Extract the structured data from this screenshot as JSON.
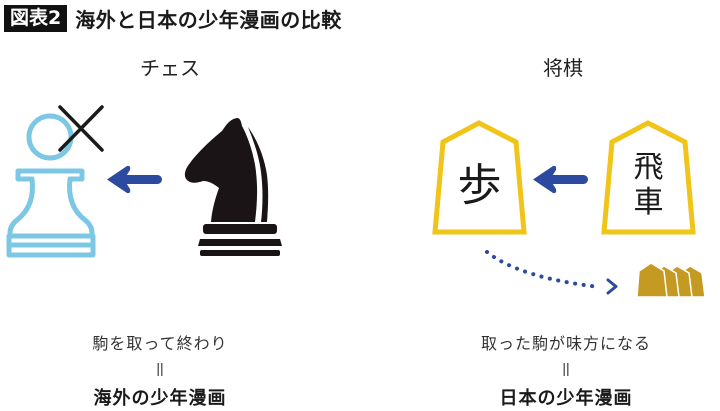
{
  "header": {
    "figure_tag": "図表2",
    "title": "海外と日本の少年漫画の比較"
  },
  "colors": {
    "pawn_outline": "#7cc7e3",
    "arrow_blue": "#2b4aa0",
    "shogi_border": "#f0c419",
    "captured_pieces": "#c49a22",
    "knight": "#1a1416",
    "cross": "#1a1a1a"
  },
  "chess": {
    "heading": "チェス",
    "captured_piece": "pawn",
    "capturing_piece": "knight",
    "caption": "駒を取って終わり",
    "equals": "=",
    "label": "海外の少年漫画"
  },
  "shogi": {
    "heading": "将棋",
    "captured_piece_char": "歩",
    "capturing_piece_chars": [
      "飛",
      "車"
    ],
    "caption": "取った駒が味方になる",
    "equals": "=",
    "label": "日本の少年漫画",
    "captured_stack_count": 4
  }
}
